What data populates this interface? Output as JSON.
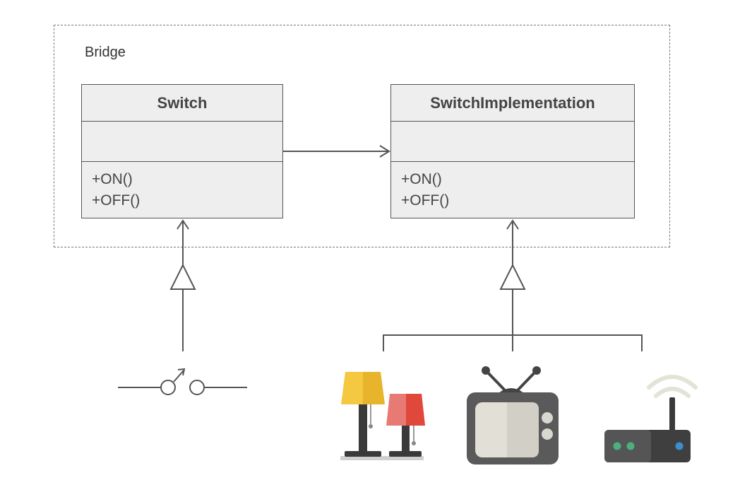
{
  "diagram": {
    "title": "Bridge",
    "classes": {
      "switch": {
        "name": "Switch",
        "methods": [
          "+ON()",
          "+OFF()"
        ]
      },
      "implementation": {
        "name": "SwitchImplementation",
        "methods": [
          "+ON()",
          "+OFF()"
        ]
      }
    },
    "icons": [
      "switch-symbol-icon",
      "lamps-icon",
      "tv-icon",
      "router-icon"
    ],
    "colors": {
      "border": "#555555",
      "class_fill": "#eeeeee",
      "lamp_yellow": "#f5c842",
      "lamp_red": "#e8493f",
      "tv_body": "#5a5a5a",
      "router_body": "#3f3f3f"
    }
  }
}
